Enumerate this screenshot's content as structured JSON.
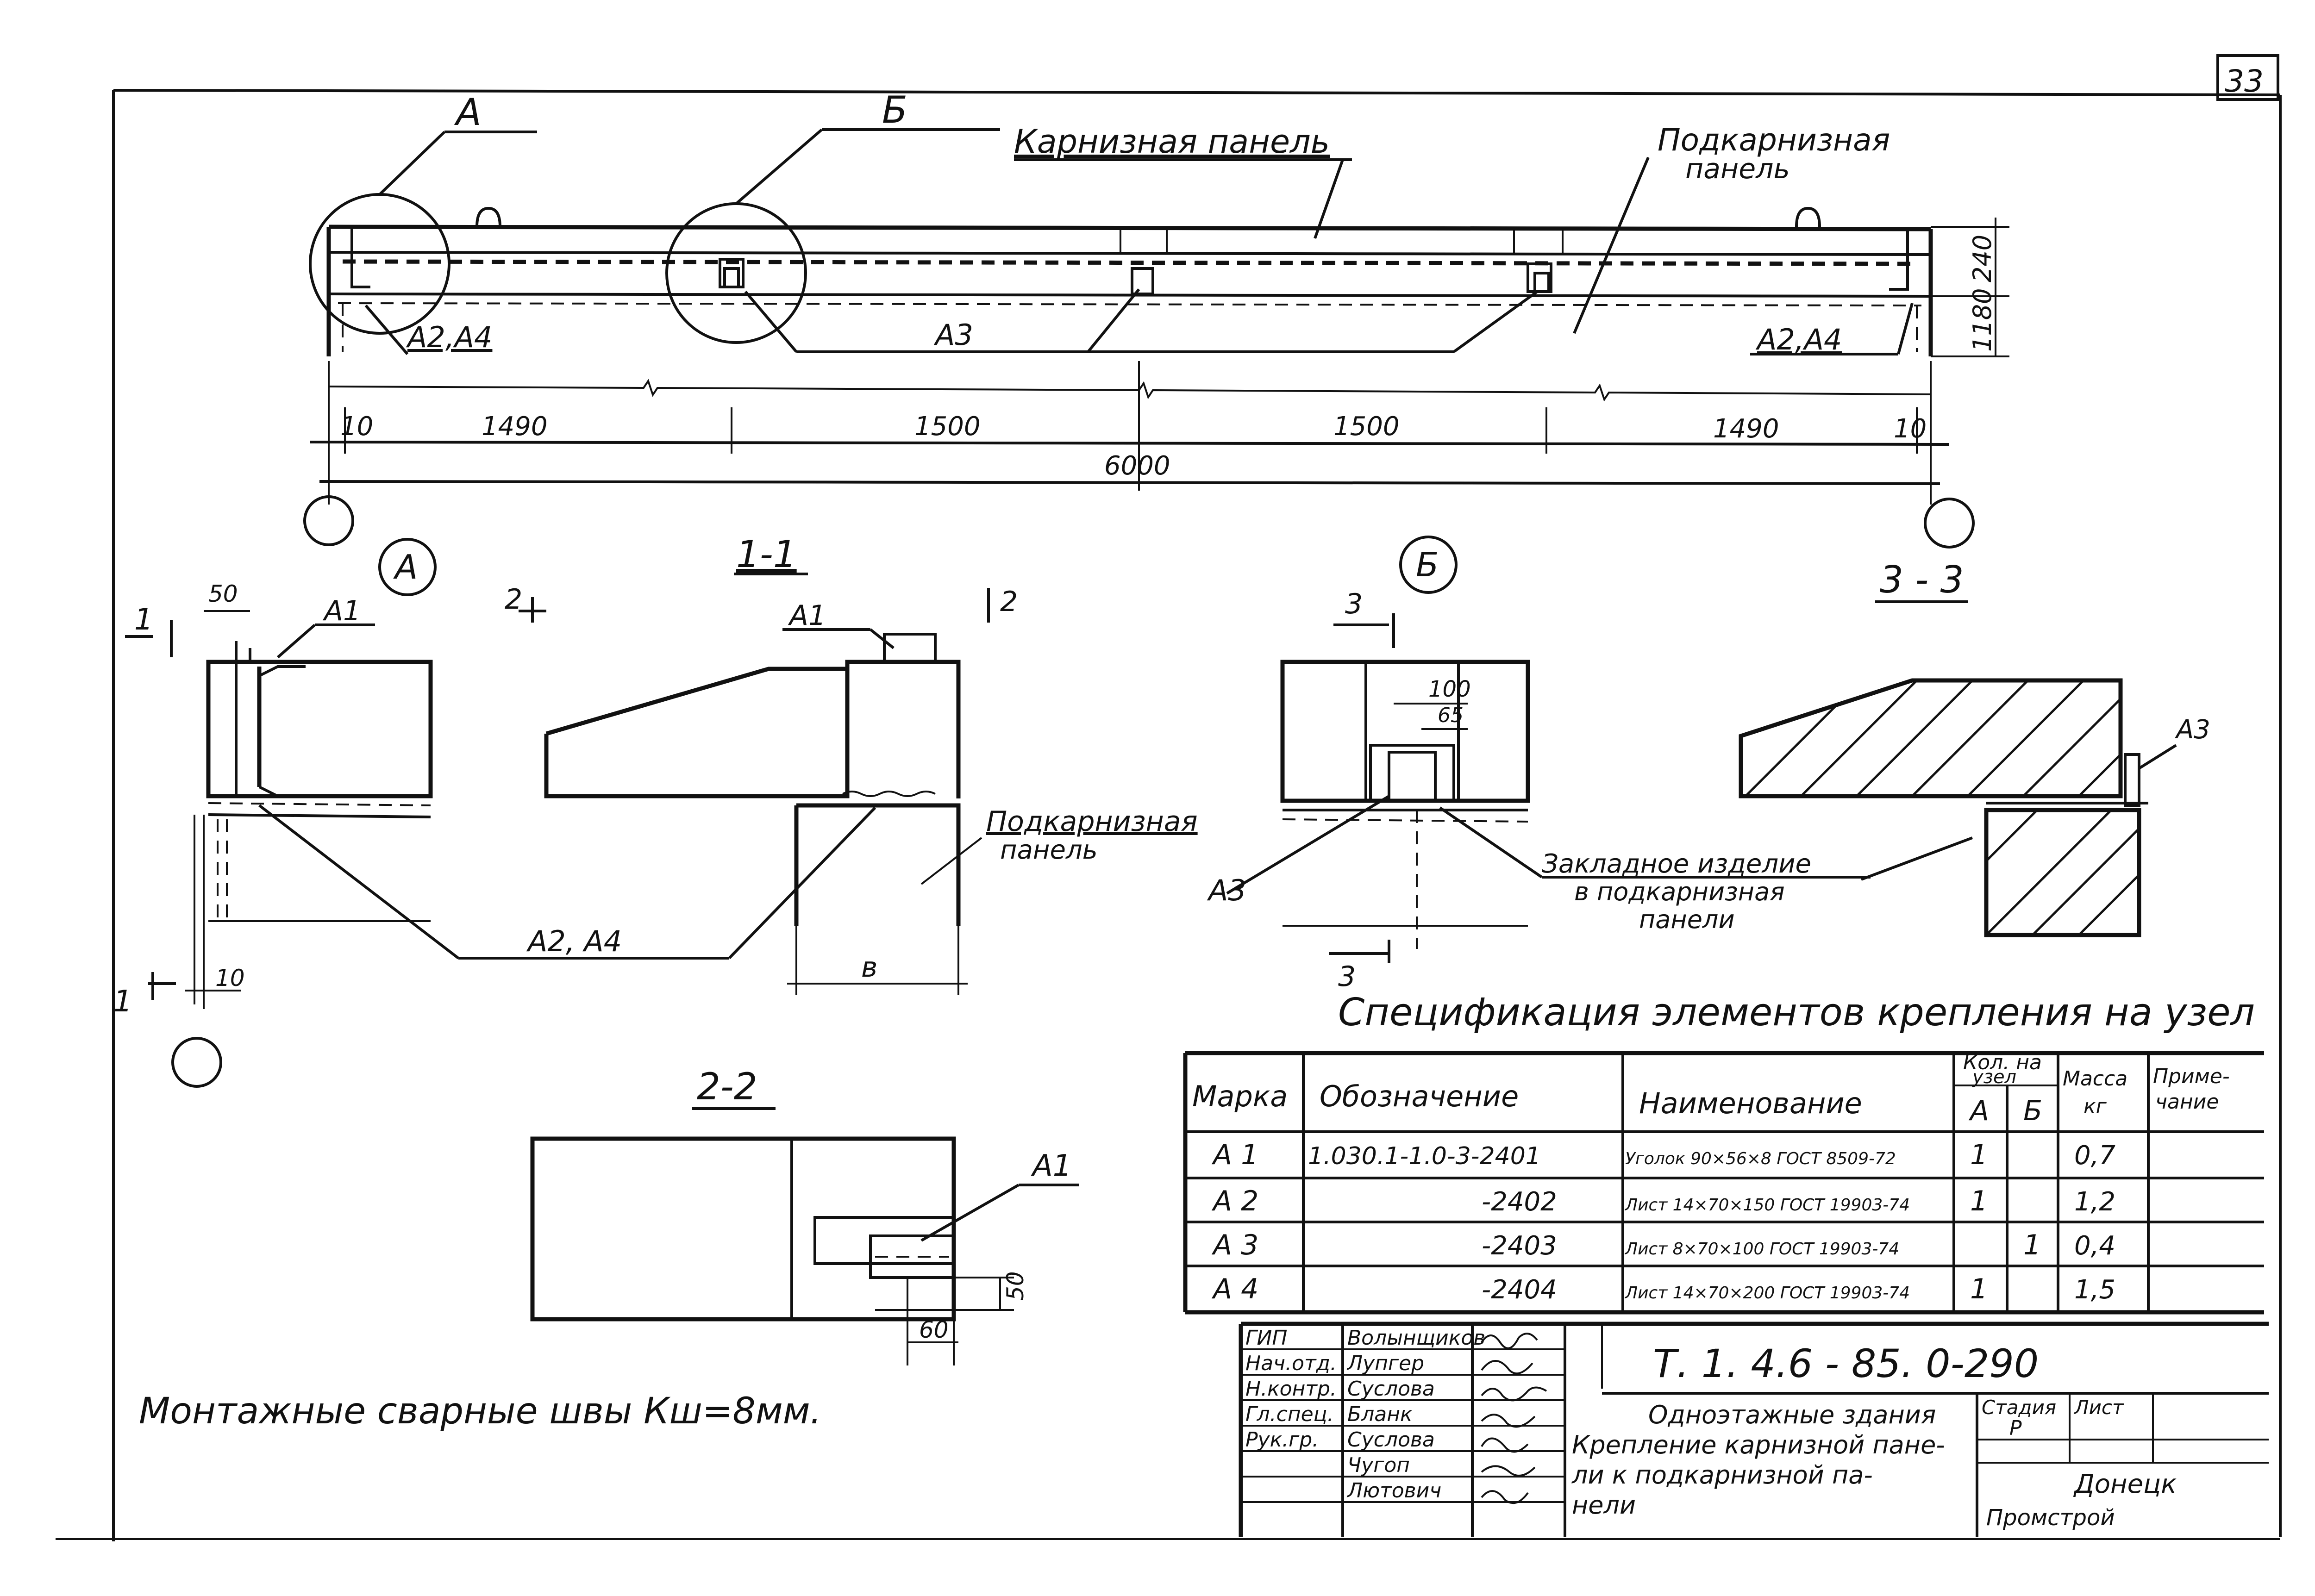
{
  "sheet_number": "33",
  "plan": {
    "labels": {
      "node_a": "А",
      "node_b": "Б",
      "cornice_panel": "Карнизная панель",
      "under_cornice_panel_l1": "Подкарнизная",
      "under_cornice_panel_l2": "панель",
      "a2_a4_left": "А2,А4",
      "a3": "А3",
      "a2_a4_right": "А2,А4"
    },
    "dims": {
      "left_gap": "10",
      "span1": "1490",
      "span2": "1500",
      "span3": "1500",
      "span4": "1490",
      "right_gap": "10",
      "total": "6000",
      "height_total": "1180",
      "height_top": "240"
    }
  },
  "detail_a": {
    "title": "А",
    "cut_mark": "1",
    "dim_50": "50",
    "dim_10": "10",
    "a1": "А1"
  },
  "section_1_1": {
    "title": "1-1",
    "cut_mark": "2",
    "a1": "А1",
    "under_cornice_l1": "Подкарнизная",
    "under_cornice_l2": "панель",
    "a2_a4": "А2, А4",
    "dim_b": "в"
  },
  "detail_b": {
    "title": "Б",
    "cut_mark": "3",
    "dim_100": "100",
    "dim_65": "65",
    "a3": "А3",
    "embedded_l1": "Закладное изделие",
    "embedded_l2": "в подкарнизная",
    "embedded_l3": "панели"
  },
  "section_3_3": {
    "title": "3 - 3",
    "a3": "А3"
  },
  "section_2_2": {
    "title": "2-2",
    "a1": "А1",
    "dim_50": "50",
    "dim_60": "60"
  },
  "weld_note": "Монтажные сварные швы Кш=8мм.",
  "spec": {
    "title": "Спецификация элементов крепления на узел",
    "headers": {
      "mark": "Марка",
      "designation": "Обозначение",
      "name": "Наименование",
      "qty_l1": "Кол. на",
      "qty_l2": "узел",
      "col_a": "А",
      "col_b": "Б",
      "mass_l1": "Масса",
      "mass_l2": "кг",
      "note_l1": "Приме-",
      "note_l2": "чание"
    },
    "rows": [
      {
        "mark": "А 1",
        "designation": "1.030.1-1.0-3-2401",
        "name": "Уголок 90×56×8 ГОСТ 8509-72",
        "qa": "1",
        "qb": "",
        "mass": "0,7",
        "note": ""
      },
      {
        "mark": "А 2",
        "designation": "-2402",
        "name": "Лист 14×70×150 ГОСТ 19903-74",
        "qa": "1",
        "qb": "",
        "mass": "1,2",
        "note": ""
      },
      {
        "mark": "А 3",
        "designation": "-2403",
        "name": "Лист 8×70×100 ГОСТ 19903-74",
        "qa": "",
        "qb": "1",
        "mass": "0,4",
        "note": ""
      },
      {
        "mark": "А 4",
        "designation": "-2404",
        "name": "Лист 14×70×200 ГОСТ 19903-74",
        "qa": "1",
        "qb": "",
        "mass": "1,5",
        "note": ""
      }
    ]
  },
  "stamp": {
    "code": "Т. 1. 4.6 - 85. 0-290",
    "roles": [
      "ГИП",
      "Нач.отд.",
      "Н.контр.",
      "Гл.спец.",
      "Рук.гр.",
      "",
      ""
    ],
    "names": [
      "Волынщиков",
      "Лупгер",
      "Суслова",
      "Бланк",
      "Суслова",
      "Чугоп",
      "Лютович"
    ],
    "title_l1": "Одноэтажные здания",
    "title_l2": "Крепление карнизной пане-",
    "title_l3": "ли к подкарнизной па-",
    "title_l4": "нели",
    "stage_label": "Стадия",
    "sheet_label": "Лист",
    "stage": "Р",
    "org_l1": "Донецк",
    "org_l2": "Промстрой"
  }
}
